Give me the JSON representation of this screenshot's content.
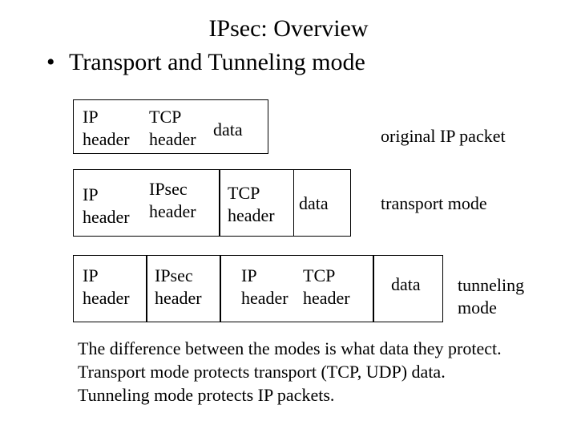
{
  "title": "IPsec: Overview",
  "bullet": "Transport and Tunneling mode",
  "original_packet": {
    "ip_header": [
      "IP",
      "header"
    ],
    "tcp_header": [
      "TCP",
      "header"
    ],
    "data": "data",
    "label": "original IP packet"
  },
  "transport_packet": {
    "ip_header": [
      "IP",
      "header"
    ],
    "ipsec_header": [
      "IPsec",
      "header"
    ],
    "tcp_header": [
      "TCP",
      "header"
    ],
    "data": "data",
    "label": "transport mode"
  },
  "tunnel_packet": {
    "ip_header": [
      "IP",
      "header"
    ],
    "ipsec_header": [
      "IPsec",
      "header"
    ],
    "inner_ip_header": [
      "IP",
      "header"
    ],
    "inner_tcp_header": [
      "TCP",
      "header"
    ],
    "data": "data",
    "label": [
      "tunneling",
      "mode"
    ]
  },
  "explanation": [
    "The difference between the modes is what data they protect.",
    "Transport mode protects transport (TCP, UDP) data.",
    "Tunneling mode protects IP packets."
  ]
}
